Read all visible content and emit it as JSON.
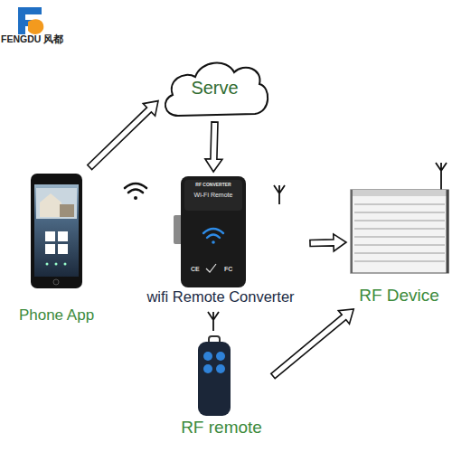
{
  "diagram": {
    "nodes": [
      {
        "text": [
          "Serve"
        ]
      },
      {
        "text": [
          "Phone App"
        ]
      },
      {
        "text": [
          "RF CONVERTER",
          "Wi-Fi Remote",
          "wifi Remote Converter"
        ]
      },
      {
        "text": [
          "RF Device"
        ]
      },
      {
        "text": [
          "RF remote"
        ]
      }
    ],
    "edges": [
      {
        "from": 1,
        "to": 0,
        "arrow": "to"
      },
      {
        "from": 0,
        "to": 2,
        "arrow": "to"
      },
      {
        "from": 2,
        "to": 3,
        "arrow": "to"
      },
      {
        "from": 4,
        "to": 3,
        "arrow": "to"
      }
    ],
    "labels": [
      "FENGDU 风都",
      "CE",
      "FC"
    ]
  }
}
